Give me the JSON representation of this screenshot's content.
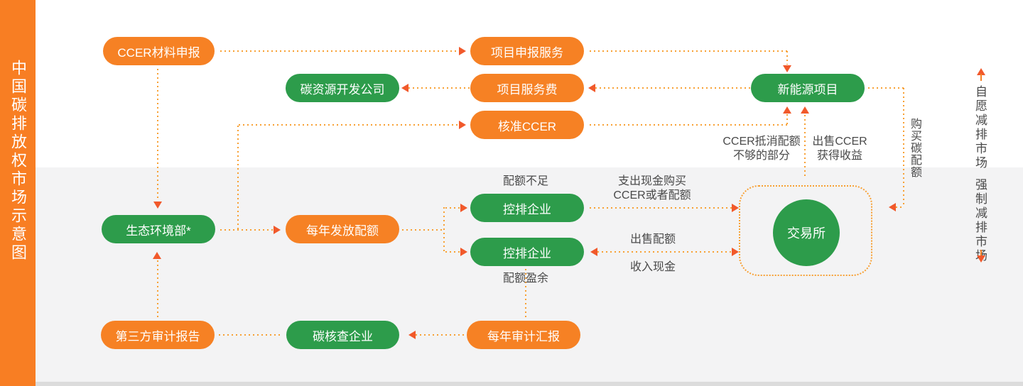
{
  "sidebar": {
    "title": "中国碳排放权市场示意图"
  },
  "markets": {
    "voluntary": "自愿减排市场",
    "mandatory": "强制减排市场"
  },
  "nodes": {
    "ccer_material": "CCER材料申报",
    "project_apply": "项目申报服务",
    "carbon_dev_co": "碳资源开发公司",
    "project_fee": "项目服务费",
    "approved_ccer": "核准CCER",
    "new_energy": "新能源项目",
    "moe": "生态环境部*",
    "annual_quota": "每年发放配额",
    "enterprise_shortage": "控排企业",
    "enterprise_surplus": "控排企业",
    "exchange": "交易所",
    "third_party_report": "第三方审计报告",
    "carbon_verifier": "碳核查企业",
    "annual_audit": "每年审计汇报"
  },
  "edge_labels": {
    "quota_shortage": "配额不足",
    "quota_surplus": "配额盈余",
    "pay_cash_1": "支出现金购买",
    "pay_cash_2": "CCER或者配额",
    "sell_quota": "出售配额",
    "receive_cash": "收入现金",
    "ccer_offset_1": "CCER抵消配额",
    "ccer_offset_2": "不够的部分",
    "sell_ccer_1": "出售CCER",
    "sell_ccer_2": "获得收益",
    "buy_quota": "购买碳配额"
  },
  "colors": {
    "orange": "#F68124",
    "green": "#2D9C4B",
    "dots": "#F8A033",
    "arrow": "#F1592B",
    "label": "#4A4A4A",
    "gray_band": "#F3F3F4",
    "sidebar_bg": "#F87E23",
    "bottom_strip": "#DCDCDC"
  }
}
